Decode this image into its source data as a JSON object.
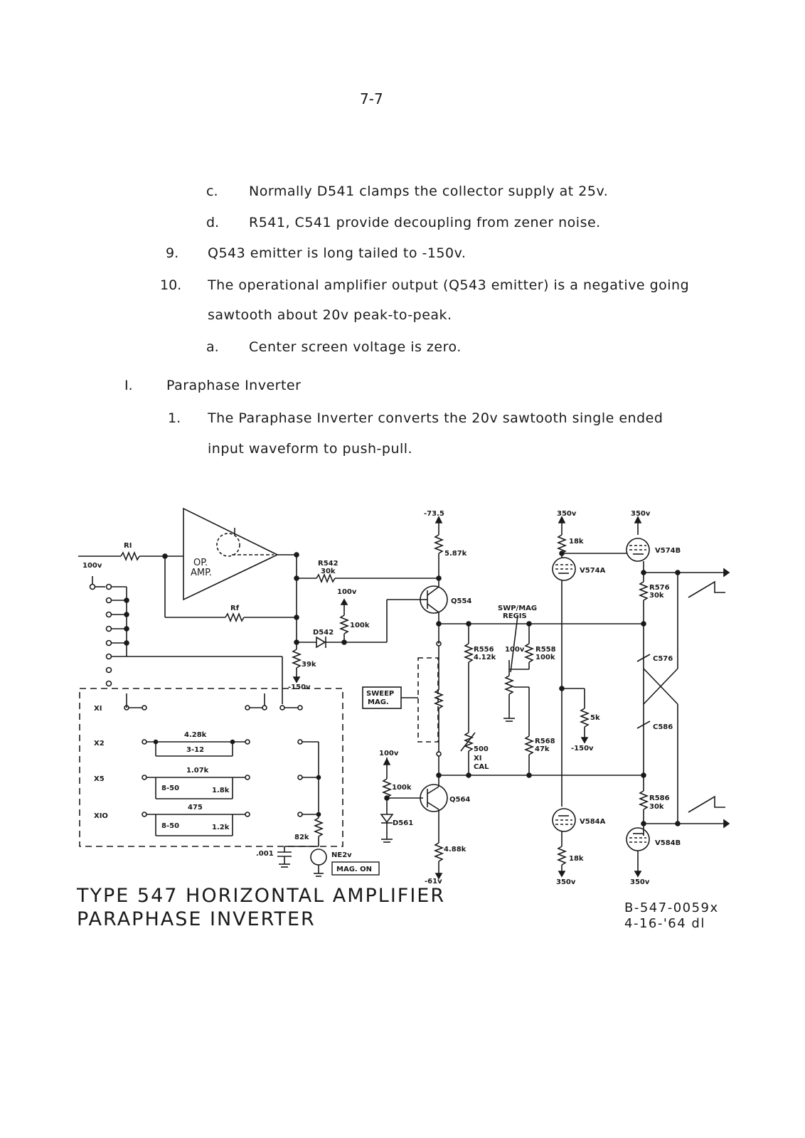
{
  "page_number": "7-7",
  "items": [
    {
      "marker": "c.",
      "text": "Normally D541 clamps the collector supply at 25v."
    },
    {
      "marker": "d.",
      "text": "R541, C541 provide decoupling from zener noise."
    },
    {
      "marker": "9.",
      "text": "Q543 emitter is long tailed to -150v."
    },
    {
      "marker": "10.",
      "text": "The operational amplifier output (Q543 emitter) is a negative going"
    },
    {
      "marker": "",
      "text": "sawtooth about 20v peak-to-peak."
    },
    {
      "marker": "a.",
      "text": "Center screen voltage is zero."
    },
    {
      "marker": "I.",
      "text": "Paraphase Inverter"
    },
    {
      "marker": "1.",
      "text": "The Paraphase Inverter converts the 20v sawtooth single ended"
    },
    {
      "marker": "",
      "text": "input waveform to push-pull."
    }
  ],
  "schematic": {
    "title_line1": "TYPE 547 HORIZONTAL AMPLIFIER",
    "title_line2": "PARAPHASE INVERTER",
    "doc_number": "B-547-0059x",
    "doc_date": "4-16-'64 dl",
    "labels": {
      "ri": "RI",
      "v100_in": "100v",
      "op_amp_1": "OP.",
      "op_amp_2": "AMP.",
      "rf": "Rf",
      "r542": "R542",
      "r542_val": "30k",
      "v100_a": "100v",
      "r100k_a": "100k",
      "d542": "D542",
      "r39k": "39k",
      "vm150_a": "-150v",
      "vm73": "-73.5",
      "r587": "5.87k",
      "q554": "Q554",
      "swp_mag_1": "SWP/MAG",
      "swp_mag_2": "REGIS",
      "r556": "R556",
      "r556_val": "4.12k",
      "v100_pot": "100v",
      "r558": "R558",
      "r558_val": "100k",
      "sweep_mag_1": "SWEEP",
      "sweep_mag_2": "MAG.",
      "r500": "500",
      "x1cal_1": "XI",
      "x1cal_2": "CAL",
      "r568": "R568",
      "r568_val": "47k",
      "vm150_b": "-150v",
      "r5k": "5k",
      "v100_b": "100v",
      "r100k_b": "100k",
      "q564": "Q564",
      "d561": "D561",
      "r488": "4.88k",
      "vm61": "-61v",
      "v350_a": "350v",
      "r18k_a": "18k",
      "v574a": "V574A",
      "v350_b": "350v",
      "v574b": "V574B",
      "r576": "R576",
      "r576_val": "30k",
      "c576": "C576",
      "c586": "C586",
      "r586": "R586",
      "r586_val": "30k",
      "v584a": "V584A",
      "r18k_b": "18k",
      "v350_c": "350v",
      "v584b": "V584B",
      "v350_d": "350v",
      "x1": "XI",
      "x2": "X2",
      "x5": "X5",
      "x10": "XIO",
      "r428": "4.28k",
      "c312": "3-12",
      "r107": "1.07k",
      "c850a": "8-50",
      "r18": "1.8k",
      "r475": "475",
      "c850b": "8-50",
      "r12": "1.2k",
      "r82k": "82k",
      "c001": ".001",
      "ne2v": "NE2v",
      "mag_on": "MAG. ON"
    }
  }
}
